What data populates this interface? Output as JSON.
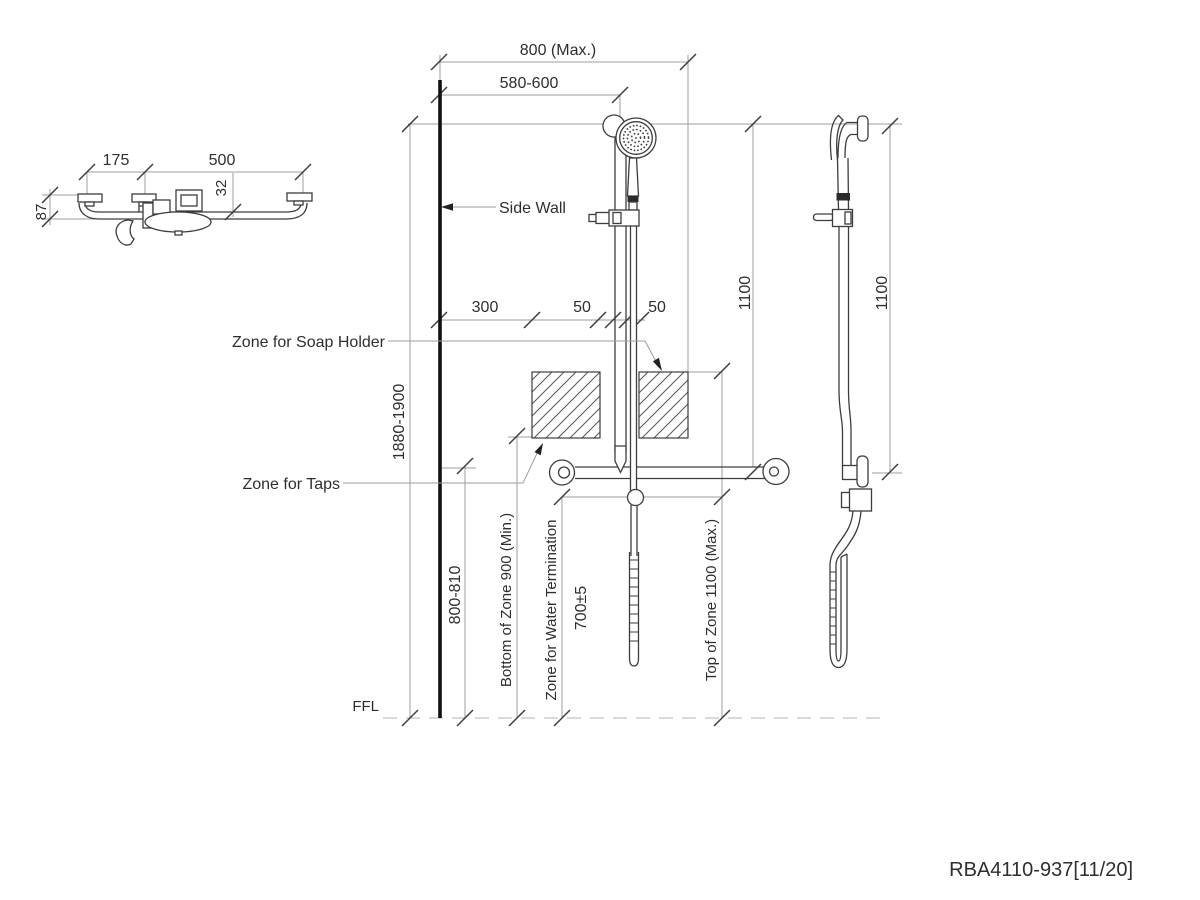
{
  "drawing": {
    "part_number": "RBA4110-937[11/20]",
    "labels": {
      "side_wall": "Side Wall",
      "soap_holder_zone": "Zone for Soap Holder",
      "taps_zone": "Zone for Taps",
      "ffl": "FFL"
    },
    "dimensions": {
      "max_width": "800 (Max.)",
      "rail_offset": "580-600",
      "zone_offset": "300",
      "zone_gap_left": "50",
      "zone_gap_right": "50",
      "rail_length_front": "1100",
      "rail_length_side": "1100",
      "overall_height": "1880-1900",
      "grab_rail_height": "800-810",
      "zone_bottom": "Bottom of Zone 900 (Min.)",
      "water_termination": "Zone for Water Termination",
      "termination_height": "700±5",
      "zone_top": "Top of Zone 1100 (Max.)",
      "plan_offset_left": "175",
      "plan_rail_length": "500",
      "plan_depth": "87",
      "plan_rail_diameter": "32"
    },
    "colors": {
      "line": "#3d3d3d",
      "reference": "#9e9e9e",
      "text": "#2e2e2e",
      "background": "#ffffff"
    }
  }
}
